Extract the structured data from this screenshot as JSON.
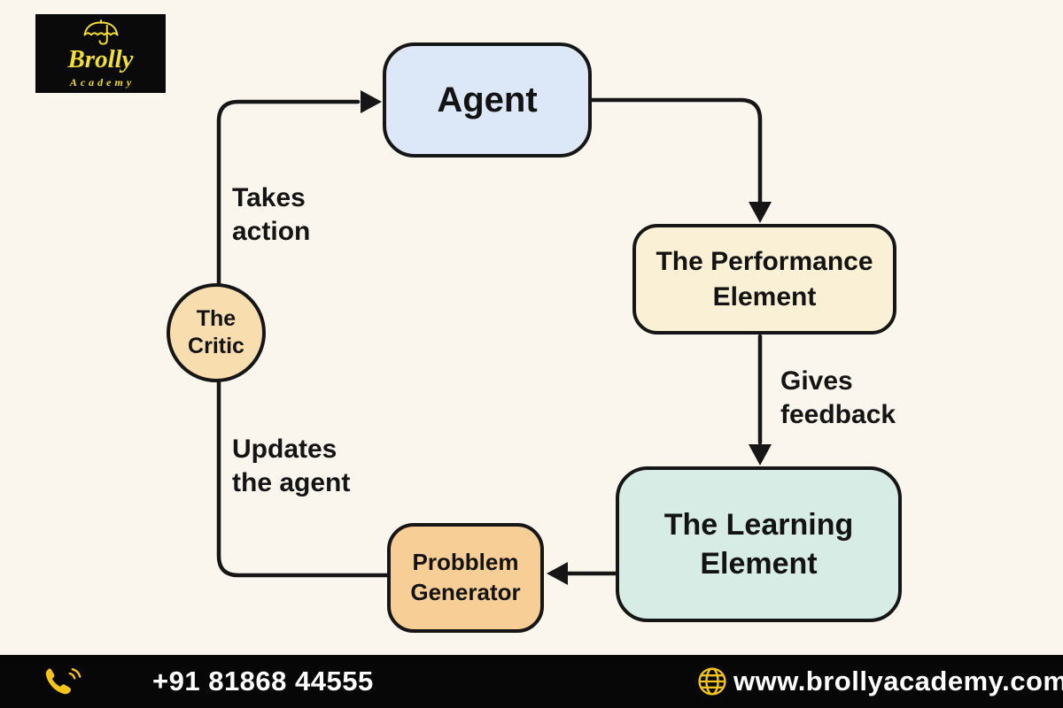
{
  "logo": {
    "brand": "Brolly",
    "subtitle": "Academy",
    "bg": "#0A0A0A",
    "accent": "#F2DF3A"
  },
  "diagram": {
    "background": "#FAF6EE",
    "stroke": "#161616",
    "nodes": [
      {
        "id": "agent",
        "label": "Agent",
        "fill": "#DCE8F8",
        "shape": "rounded-rect"
      },
      {
        "id": "performance",
        "label": "The Performance Element",
        "fill": "#FAF0D5",
        "shape": "rounded-rect"
      },
      {
        "id": "learning",
        "label": "The Learning Element",
        "fill": "#D8ECE6",
        "shape": "rounded-rect"
      },
      {
        "id": "problem",
        "label": "Probblem Generator",
        "fill": "#F8CE97",
        "shape": "rounded-rect"
      },
      {
        "id": "critic",
        "label": "The Critic",
        "fill": "#F8DDAF",
        "shape": "circle"
      }
    ],
    "edge_labels": [
      {
        "id": "takes-action",
        "text": "Takes action"
      },
      {
        "id": "gives-feedback",
        "text": "Gives feedback"
      },
      {
        "id": "updates-agent",
        "text": "Updates the agent"
      }
    ],
    "edges": [
      {
        "from": "agent",
        "to": "performance",
        "label": ""
      },
      {
        "from": "performance",
        "to": "learning",
        "label": "Gives feedback"
      },
      {
        "from": "learning",
        "to": "problem",
        "label": ""
      },
      {
        "from": "problem",
        "to": "agent",
        "label": "Takes action / Updates the agent",
        "via": "critic"
      }
    ]
  },
  "footer": {
    "phone": "+91 81868 44555",
    "website": "www.brollyacademy.com",
    "bg": "#070707",
    "icon_color": "#F5C51D",
    "text_color": "#FFFFFF"
  }
}
